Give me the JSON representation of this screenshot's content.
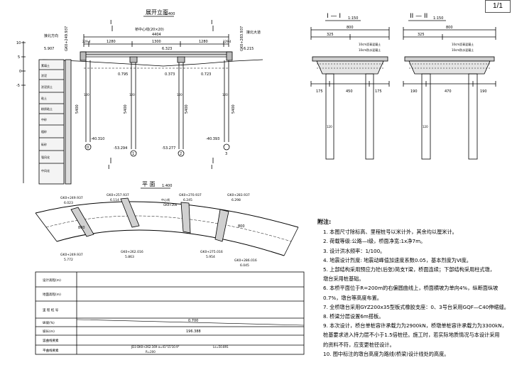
{
  "page_number": "1/1",
  "elevation": {
    "title": "展开立面",
    "scale": "1:400",
    "total_length": "4404",
    "span_note": "桥中心线(20×20)",
    "span_dims": [
      "229.4",
      "1280",
      "1300",
      "1280",
      "229.4"
    ],
    "left_station": "GK0+249.937",
    "right_station": "GK0+283.937",
    "left_to": "接北方向",
    "right_to": "接北大道",
    "left_elev": "5.907",
    "right_elev": "6.215",
    "mid_elev": "6.323",
    "pier_tops": [
      "0.795",
      "0.373",
      "0.723"
    ],
    "pile_lengths": [
      "5400",
      "5400",
      "5400",
      "5400"
    ],
    "pile_dims": [
      "120",
      "120",
      "120",
      "120"
    ],
    "tip_elevs": [
      "-40.310",
      "-53.294",
      "-53.277",
      "-40.393"
    ],
    "axis_labels": [
      "0",
      "1",
      "2",
      "3"
    ],
    "cross_mark": "I",
    "ruler_ticks": [
      "10",
      "5",
      "0",
      "-5"
    ],
    "strata": [
      "素填土",
      "淤泥",
      "淤泥质土",
      "粘土",
      "粉质粘土",
      "中砂",
      "粗砂",
      "砾砂",
      "强风化",
      "中风化"
    ]
  },
  "section1": {
    "title": "I — I",
    "scale": "1:150",
    "width": "800",
    "half": "325",
    "dims_bottom": [
      "175",
      "450",
      "175"
    ],
    "deck": "10cm沥青混凝土",
    "deck2": "10cm防水混凝土",
    "pile": "120"
  },
  "section2": {
    "title": "II — II",
    "scale": "1:150",
    "width": "800",
    "half": "325",
    "dims_bottom": [
      "190",
      "470",
      "190"
    ],
    "deck": "10cm沥青混凝土",
    "deck2": "10cm防水混凝土",
    "pile": "120"
  },
  "plan": {
    "title": "平 面",
    "scale": "1:400",
    "stations_top": [
      {
        "sta": "GK0+249.937",
        "elev": "6.023"
      },
      {
        "sta": "GK0+257.937",
        "elev": "6.114"
      },
      {
        "sta": "GK0+270.937",
        "elev": "6.245"
      },
      {
        "sta": "GK0+283.937",
        "elev": "6.298"
      }
    ],
    "stations_bottom": [
      {
        "sta": "GK0+249.937",
        "elev": "5.772"
      },
      {
        "sta": "GK0+262.016",
        "elev": "5.863"
      },
      {
        "sta": "GK0+275.016",
        "elev": "5.954"
      },
      {
        "sta": "GK0+286.016",
        "elev": "6.045"
      }
    ],
    "mid_label": "中心线",
    "mid_station": "GK0+266",
    "lane_labels": [
      "800",
      "800"
    ]
  },
  "table": {
    "rows": [
      "设计高程(m)",
      "地面高程(m)",
      "里 程 桩 号",
      "纵坡(%)",
      "坡长(m)",
      "竖曲线要素",
      "平曲线要素"
    ],
    "grade": "0.700",
    "length": "196.388",
    "curve_text": "JD3 DK0+262.169  α=41°15'10.9\"",
    "curve_r": "R=200",
    "curve_l": "Ls=50.891"
  },
  "notes": {
    "heading": "附注:",
    "items": [
      "1. 本图尺寸除标高、里程桩号以米计外，其余均以厘米计。",
      "2. 荷载等级:公路—Ⅰ级，桥面净宽:1x净7m。",
      "3. 设计洪水频率：1/100。",
      "4. 地震设计烈度: 地震动峰值加速度系数0.05，基本烈度为Ⅵ度。",
      "5. 上部结构采用预应力砼(后张)简支T梁，桥面连续；下部结构采用柱式墩，",
      "   墩台采用桩基础。",
      "6. 本桥平面位于R=200m的右偏圆曲线上，桥面横坡为单向4%，纵断面纵坡",
      "   0.7%，墩台等高度布置。",
      "7. 全桥墩台采用GYZ200x35型板式橡胶支座：0、3号台采用GQF—C40伸缩缝。",
      "8. 桥梁分层设置6m搭板。",
      "9. 本次设计，桥台单桩容许承载力为2900kN，桥墩单桩容许承载力为3300kN，",
      "   桩基要求进入持力层不小于1.5倍桩径。施工时，若实际地质情况与本设计采用",
      "   的资料不符，应变更桩径设计。",
      "10. 图中标注的墩台高度为路线(桥梁)设计线处的高度。"
    ]
  }
}
